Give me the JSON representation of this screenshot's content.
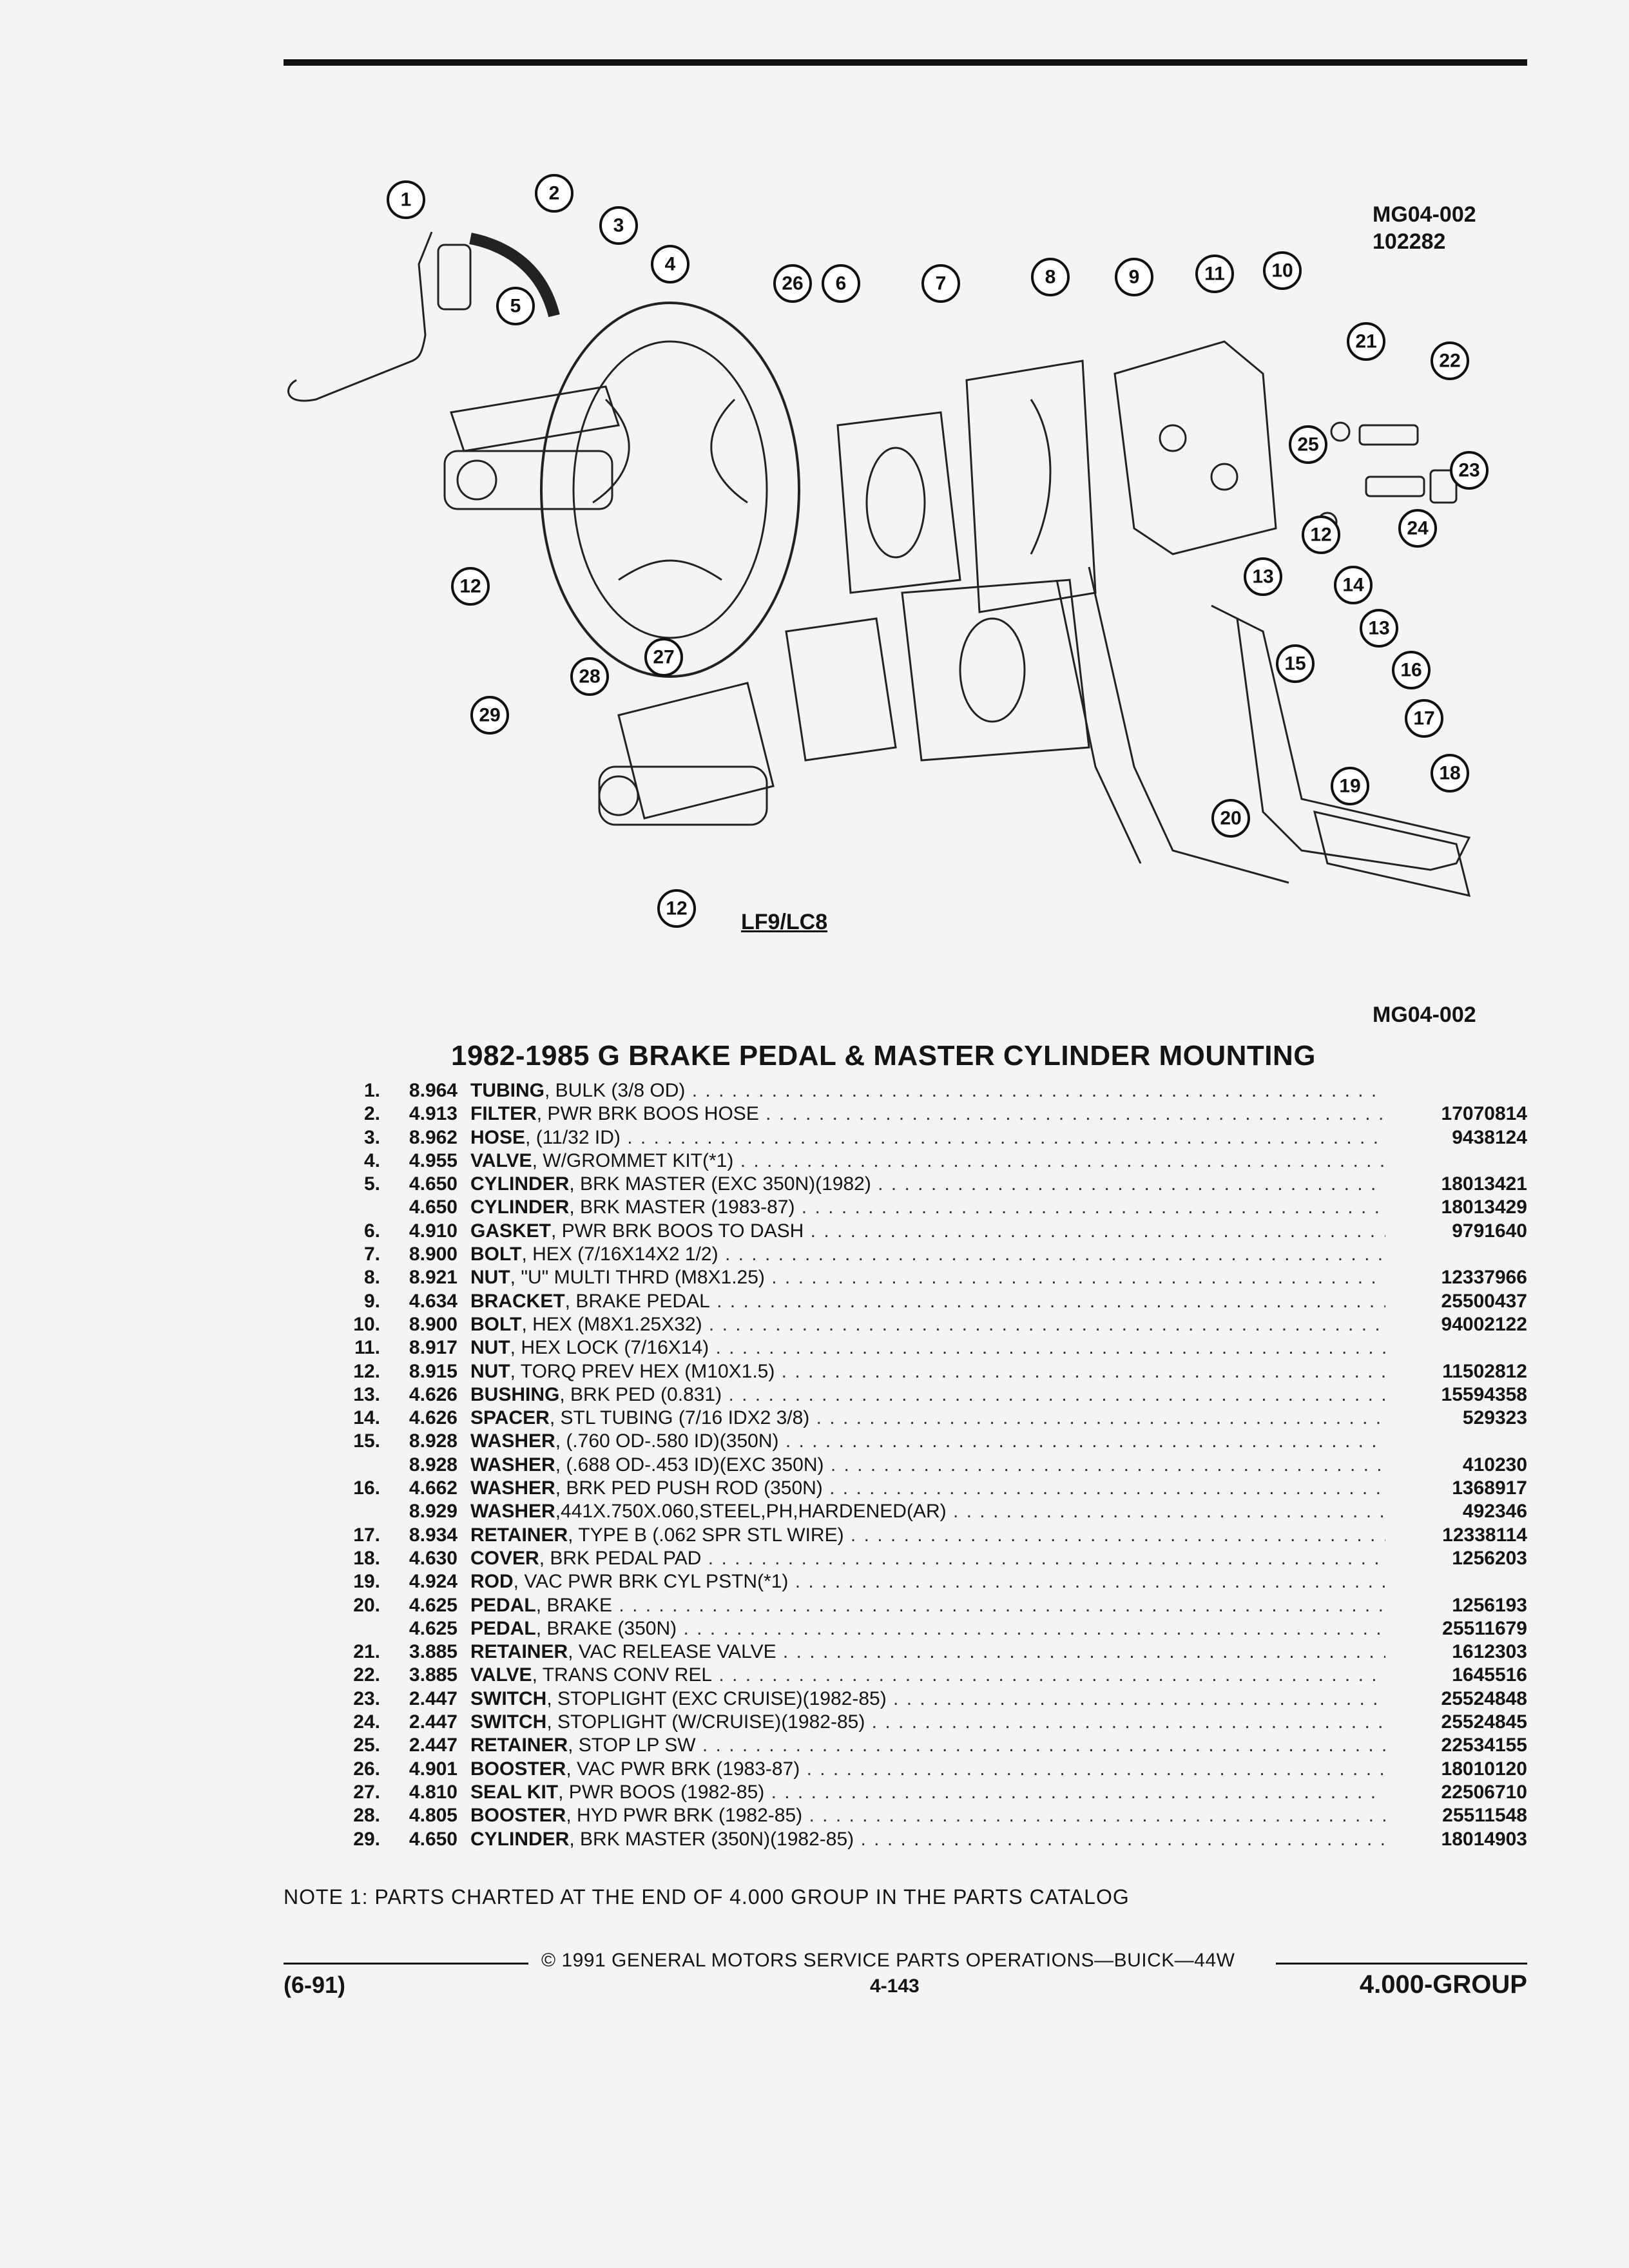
{
  "figure": {
    "id": "MG04-002",
    "date_code": "102282",
    "id_bottom": "MG04-002",
    "variant_label": "LF9/LC8",
    "callouts": [
      {
        "n": "1"
      },
      {
        "n": "2"
      },
      {
        "n": "3"
      },
      {
        "n": "4"
      },
      {
        "n": "5"
      },
      {
        "n": "26"
      },
      {
        "n": "6"
      },
      {
        "n": "7"
      },
      {
        "n": "8"
      },
      {
        "n": "9"
      },
      {
        "n": "11"
      },
      {
        "n": "10"
      },
      {
        "n": "21"
      },
      {
        "n": "22"
      },
      {
        "n": "25"
      },
      {
        "n": "23"
      },
      {
        "n": "24"
      },
      {
        "n": "12"
      },
      {
        "n": "12"
      },
      {
        "n": "13"
      },
      {
        "n": "14"
      },
      {
        "n": "13"
      },
      {
        "n": "15"
      },
      {
        "n": "16"
      },
      {
        "n": "17"
      },
      {
        "n": "18"
      },
      {
        "n": "19"
      },
      {
        "n": "20"
      },
      {
        "n": "27"
      },
      {
        "n": "28"
      },
      {
        "n": "29"
      },
      {
        "n": "12"
      }
    ]
  },
  "title": "1982-1985 G BRAKE PEDAL & MASTER CYLINDER MOUNTING",
  "parts": [
    {
      "num": "1.",
      "grp": "8.964",
      "name": "TUBING",
      "detail": ", BULK (3/8 OD)",
      "pn": ""
    },
    {
      "num": "2.",
      "grp": "4.913",
      "name": "FILTER",
      "detail": ", PWR BRK BOOS HOSE",
      "pn": "17070814"
    },
    {
      "num": "3.",
      "grp": "8.962",
      "name": "HOSE",
      "detail": ", (11/32 ID)",
      "pn": "9438124"
    },
    {
      "num": "4.",
      "grp": "4.955",
      "name": "VALVE",
      "detail": ", W/GROMMET KIT(*1)",
      "pn": ""
    },
    {
      "num": "5.",
      "grp": "4.650",
      "name": "CYLINDER",
      "detail": ", BRK MASTER (EXC 350N)(1982)",
      "pn": "18013421"
    },
    {
      "num": "",
      "grp": "4.650",
      "name": "CYLINDER",
      "detail": ", BRK MASTER (1983-87)",
      "pn": "18013429"
    },
    {
      "num": "6.",
      "grp": "4.910",
      "name": "GASKET",
      "detail": ", PWR BRK BOOS TO DASH",
      "pn": "9791640"
    },
    {
      "num": "7.",
      "grp": "8.900",
      "name": "BOLT",
      "detail": ", HEX (7/16X14X2 1/2)",
      "pn": ""
    },
    {
      "num": "8.",
      "grp": "8.921",
      "name": "NUT",
      "detail": ", \"U\" MULTI THRD (M8X1.25)",
      "pn": "12337966"
    },
    {
      "num": "9.",
      "grp": "4.634",
      "name": "BRACKET",
      "detail": ", BRAKE PEDAL",
      "pn": "25500437"
    },
    {
      "num": "10.",
      "grp": "8.900",
      "name": "BOLT",
      "detail": ", HEX (M8X1.25X32)",
      "pn": "94002122"
    },
    {
      "num": "11.",
      "grp": "8.917",
      "name": "NUT",
      "detail": ", HEX LOCK (7/16X14)",
      "pn": ""
    },
    {
      "num": "12.",
      "grp": "8.915",
      "name": "NUT",
      "detail": ", TORQ PREV HEX (M10X1.5)",
      "pn": "11502812"
    },
    {
      "num": "13.",
      "grp": "4.626",
      "name": "BUSHING",
      "detail": ", BRK PED (0.831)",
      "pn": "15594358"
    },
    {
      "num": "14.",
      "grp": "4.626",
      "name": "SPACER",
      "detail": ", STL TUBING (7/16 IDX2 3/8)",
      "pn": "529323"
    },
    {
      "num": "15.",
      "grp": "8.928",
      "name": "WASHER",
      "detail": ", (.760 OD-.580 ID)(350N)",
      "pn": ""
    },
    {
      "num": "",
      "grp": "8.928",
      "name": "WASHER",
      "detail": ", (.688 OD-.453 ID)(EXC 350N)",
      "pn": "410230"
    },
    {
      "num": "16.",
      "grp": "4.662",
      "name": "WASHER",
      "detail": ", BRK PED PUSH ROD (350N)",
      "pn": "1368917"
    },
    {
      "num": "",
      "grp": "8.929",
      "name": "WASHER",
      "detail": ",441X.750X.060,STEEL,PH,HARDENED(AR)",
      "pn": "492346"
    },
    {
      "num": "17.",
      "grp": "8.934",
      "name": "RETAINER",
      "detail": ", TYPE B (.062 SPR STL WIRE)",
      "pn": "12338114"
    },
    {
      "num": "18.",
      "grp": "4.630",
      "name": "COVER",
      "detail": ", BRK PEDAL PAD",
      "pn": "1256203"
    },
    {
      "num": "19.",
      "grp": "4.924",
      "name": "ROD",
      "detail": ", VAC PWR BRK CYL PSTN(*1)",
      "pn": ""
    },
    {
      "num": "20.",
      "grp": "4.625",
      "name": "PEDAL",
      "detail": ", BRAKE",
      "pn": "1256193"
    },
    {
      "num": "",
      "grp": "4.625",
      "name": "PEDAL",
      "detail": ", BRAKE (350N)",
      "pn": "25511679"
    },
    {
      "num": "21.",
      "grp": "3.885",
      "name": "RETAINER",
      "detail": ", VAC RELEASE VALVE",
      "pn": "1612303"
    },
    {
      "num": "22.",
      "grp": "3.885",
      "name": "VALVE",
      "detail": ", TRANS CONV REL",
      "pn": "1645516"
    },
    {
      "num": "23.",
      "grp": "2.447",
      "name": "SWITCH",
      "detail": ", STOPLIGHT (EXC CRUISE)(1982-85)",
      "pn": "25524848"
    },
    {
      "num": "24.",
      "grp": "2.447",
      "name": "SWITCH",
      "detail": ", STOPLIGHT (W/CRUISE)(1982-85)",
      "pn": "25524845"
    },
    {
      "num": "25.",
      "grp": "2.447",
      "name": "RETAINER",
      "detail": ", STOP LP SW",
      "pn": "22534155"
    },
    {
      "num": "26.",
      "grp": "4.901",
      "name": "BOOSTER",
      "detail": ", VAC PWR BRK (1983-87)",
      "pn": "18010120"
    },
    {
      "num": "27.",
      "grp": "4.810",
      "name": "SEAL KIT",
      "detail": ", PWR BOOS (1982-85)",
      "pn": "22506710"
    },
    {
      "num": "28.",
      "grp": "4.805",
      "name": "BOOSTER",
      "detail": ", HYD PWR BRK (1982-85)",
      "pn": "25511548"
    },
    {
      "num": "29.",
      "grp": "4.650",
      "name": "CYLINDER",
      "detail": ", BRK MASTER (350N)(1982-85)",
      "pn": "18014903"
    }
  ],
  "note": "NOTE  1:  PARTS CHARTED AT THE END OF 4.000 GROUP IN THE PARTS CATALOG",
  "footer": {
    "copyright": "© 1991 GENERAL MOTORS SERVICE PARTS OPERATIONS—BUICK—44W",
    "edition": "(6-91)",
    "page": "4-143",
    "group": "4.000-GROUP"
  }
}
